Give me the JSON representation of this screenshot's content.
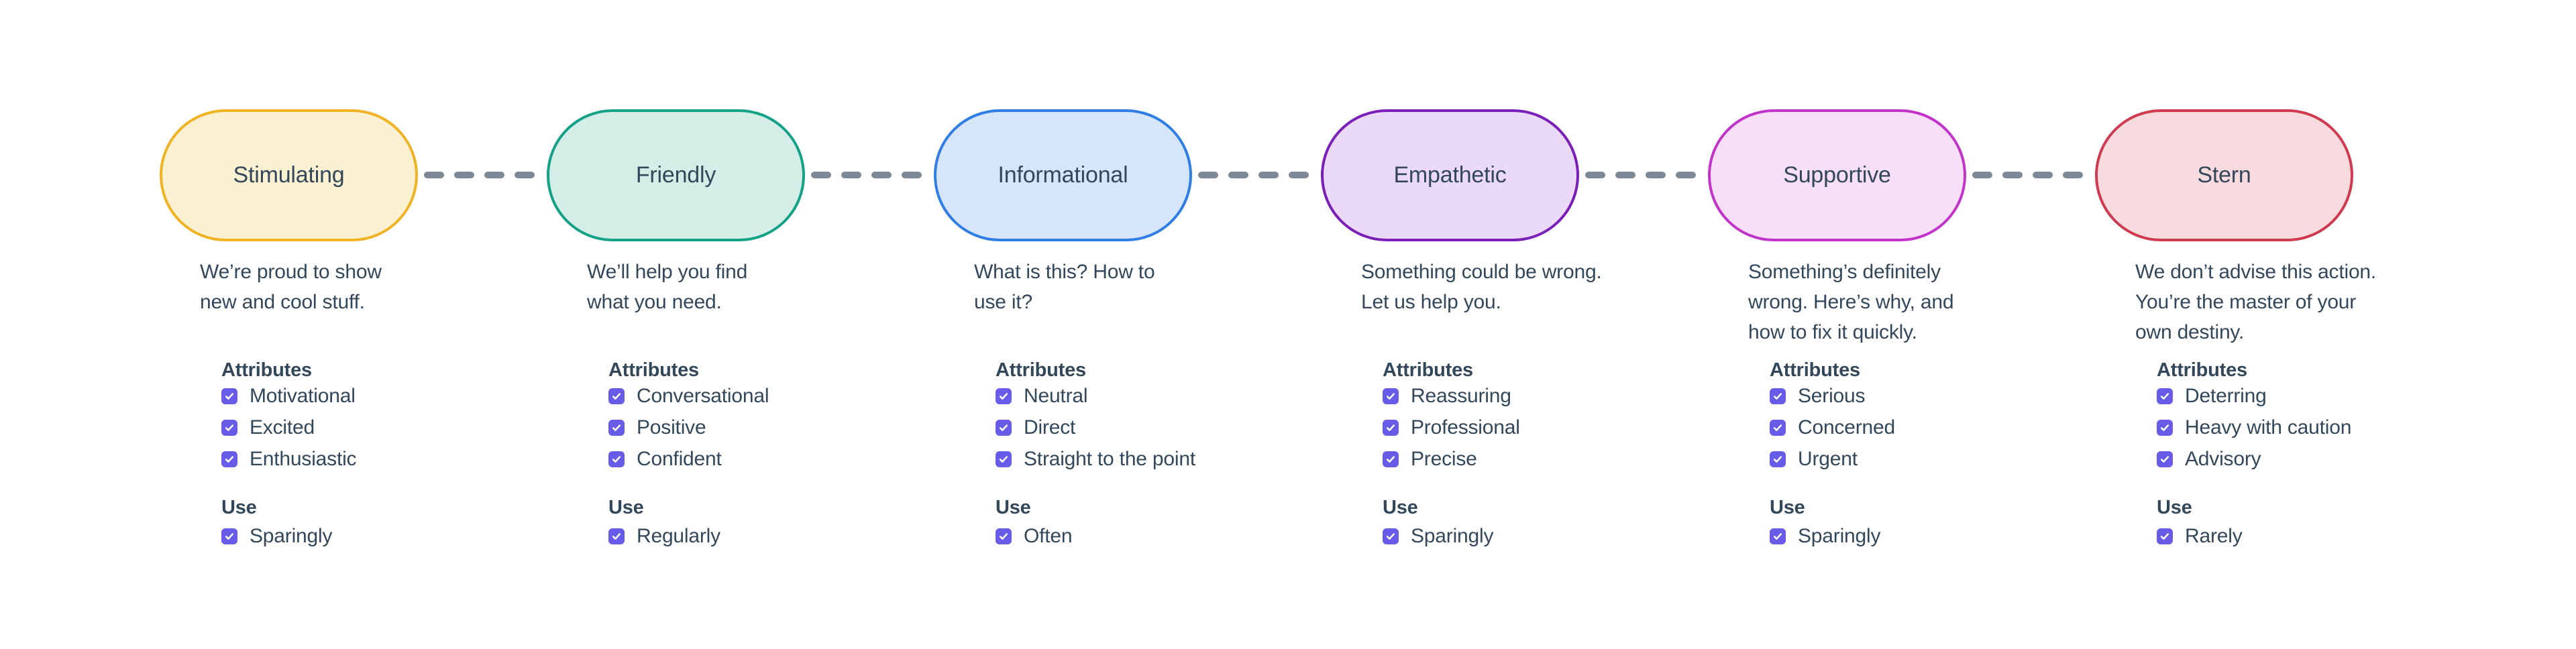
{
  "labels": {
    "attributes": "Attributes",
    "use": "Use"
  },
  "colors": {
    "text": "#33475B",
    "checkbox": "#675BE7",
    "connector": "#7D8997",
    "background": "#FFFFFF"
  },
  "tones": [
    {
      "name": "Stimulating",
      "border_color": "#F0B323",
      "fill_color": "#FAF0D2",
      "description_lines": [
        "We’re proud to show",
        "new and cool stuff."
      ],
      "attributes": [
        "Motivational",
        "Excited",
        "Enthusiastic"
      ],
      "use": "Sparingly"
    },
    {
      "name": "Friendly",
      "border_color": "#13A287",
      "fill_color": "#D5EDE7",
      "description_lines": [
        "We’ll help you find",
        "what you need."
      ],
      "attributes": [
        "Conversational",
        "Positive",
        "Confident"
      ],
      "use": "Regularly"
    },
    {
      "name": "Informational",
      "border_color": "#2E7EE5",
      "fill_color": "#D6E5F8",
      "description_lines": [
        "What is this? How to",
        "use it?"
      ],
      "attributes": [
        "Neutral",
        "Direct",
        "Straight to the point"
      ],
      "use": "Often"
    },
    {
      "name": "Empathetic",
      "border_color": "#7A1FB8",
      "fill_color": "#EBD9F8",
      "description_lines": [
        "Something could be wrong.",
        "Let us help you."
      ],
      "attributes": [
        "Reassuring",
        "Professional",
        "Precise"
      ],
      "use": "Sparingly"
    },
    {
      "name": "Supportive",
      "border_color": "#C233C9",
      "fill_color": "#F7DFF8",
      "description_lines": [
        "Something’s definitely",
        "wrong. Here’s why, and",
        "how to fix it quickly."
      ],
      "attributes": [
        "Serious",
        "Concerned",
        "Urgent"
      ],
      "use": "Sparingly"
    },
    {
      "name": "Stern",
      "border_color": "#CF3A4F",
      "fill_color": "#F8DBDE",
      "description_lines": [
        "We don’t advise this action.",
        "You’re the master of your",
        "own destiny."
      ],
      "attributes": [
        "Deterring",
        "Heavy with caution",
        "Advisory"
      ],
      "use": "Rarely"
    }
  ]
}
